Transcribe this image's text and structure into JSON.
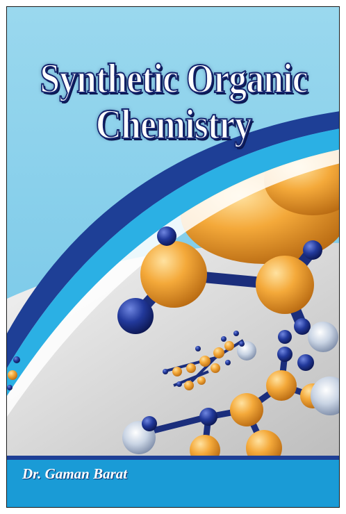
{
  "cover": {
    "title_line1": "Synthetic Organic",
    "title_line2": "Chemistry",
    "author": "Dr. Gaman Barat"
  },
  "colors": {
    "sky": "#8fd3ea",
    "arc_dark_blue": "#1e3f96",
    "arc_light_blue": "#1a9bd6",
    "atom_orange": "#f0a030",
    "atom_blue": "#1e3a9a",
    "surface_gray": "#d9d9d9"
  }
}
